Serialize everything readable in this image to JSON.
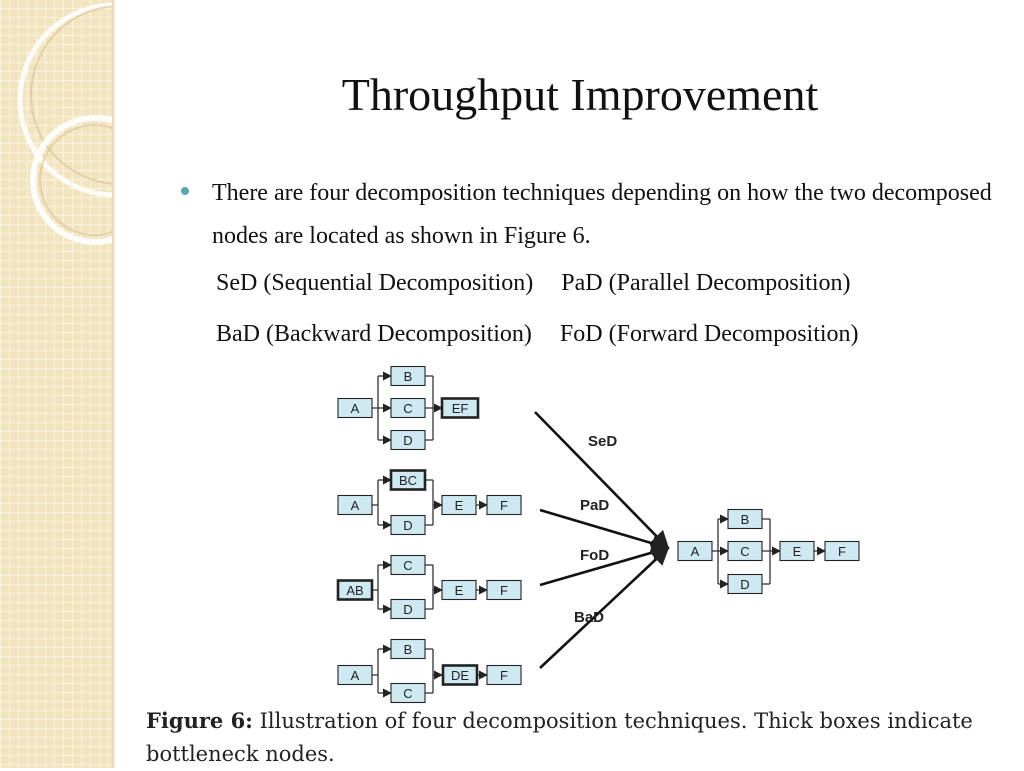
{
  "slide": {
    "title": "Throughput Improvement",
    "bullet": "There are four decomposition techniques depending on how the two decomposed nodes are located as shown in Figure 6.",
    "techniques": [
      "SeD (Sequential Decomposition)",
      "PaD (Parallel Decomposition)",
      "BaD (Backward Decomposition)",
      "FoD (Forward Decomposition)"
    ],
    "caption_label": "Figure 6:",
    "caption_text": "Illustration of four decomposition techniques. Thick boxes indicate bottleneck nodes."
  },
  "diagram": {
    "arrow_labels": [
      "SeD",
      "PaD",
      "FoD",
      "BaD"
    ],
    "variants": [
      {
        "nodes": [
          "A",
          "B",
          "C",
          "D",
          "EF"
        ],
        "bottleneck": "EF"
      },
      {
        "nodes": [
          "A",
          "BC",
          "D",
          "E",
          "F"
        ],
        "bottleneck": "BC"
      },
      {
        "nodes": [
          "AB",
          "C",
          "D",
          "E",
          "F"
        ],
        "bottleneck": "AB"
      },
      {
        "nodes": [
          "A",
          "B",
          "C",
          "DE",
          "F"
        ],
        "bottleneck": "DE"
      }
    ],
    "result": {
      "nodes": [
        "A",
        "B",
        "C",
        "D",
        "E",
        "F"
      ]
    }
  }
}
